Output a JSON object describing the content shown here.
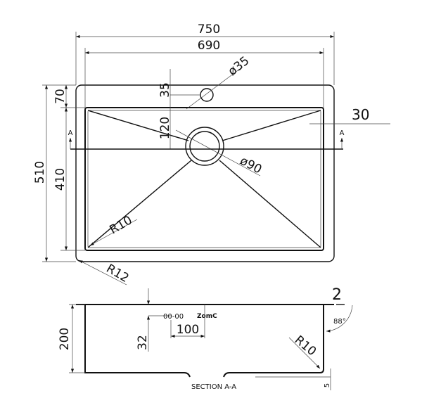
{
  "title": "Undermount sink technical drawing",
  "plan": {
    "overall_width": "750",
    "bowl_width": "690",
    "tap_hole_dia": "ø35",
    "tap_hole_offset": "35",
    "deck_depth": "70",
    "drain_offset": "120",
    "side_margin": "30",
    "section_mark_left": "A",
    "section_mark_right": "A",
    "drain_dia": "ø90",
    "overall_depth": "510",
    "bowl_depth": "410",
    "bowl_radius": "R10",
    "corner_radius": "R12"
  },
  "section": {
    "thickness": "2",
    "angle": "88°",
    "code_label": "00-00",
    "logo_text": "ZomC",
    "logo_offset": "100",
    "height": "200",
    "logo_height": "32",
    "inner_radius": "R10",
    "foot": "5",
    "caption": "SECTION A-A"
  }
}
